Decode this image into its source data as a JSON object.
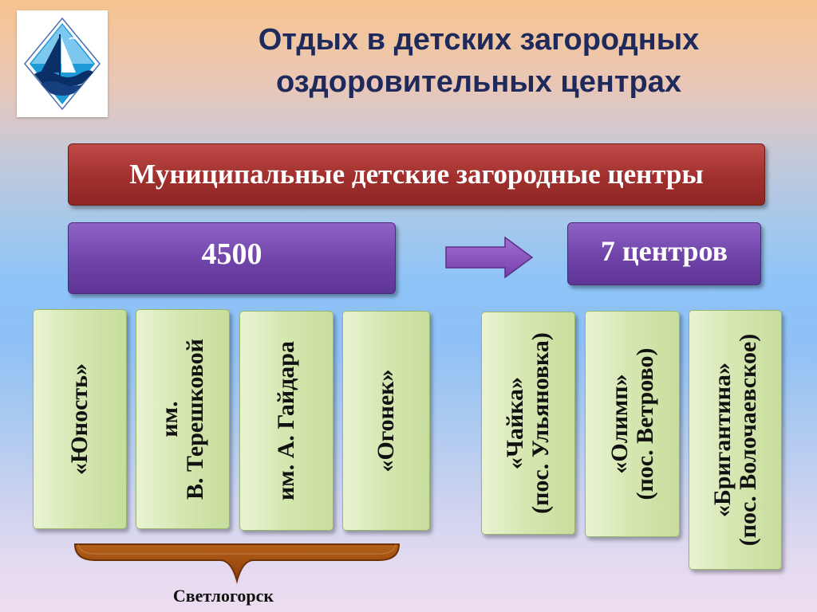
{
  "title": {
    "line1": "Отдых в детских загородных",
    "line2": "оздоровительных центрах"
  },
  "logo": {
    "icon": "sailboat-emblem-icon",
    "colors": [
      "#1e9ad6",
      "#0a2f66",
      "#ffffff"
    ]
  },
  "header": {
    "label": "Муниципальные детские загородные центры",
    "color": "#a0302e"
  },
  "left_count": {
    "value": "4500",
    "color": "#6f43a8"
  },
  "right_count": {
    "value": "7 центров",
    "color": "#6f43a8"
  },
  "arrow": {
    "icon": "right-arrow-icon",
    "color": "#8a4fb8"
  },
  "left_camps": [
    {
      "lines": [
        "«Юность»"
      ]
    },
    {
      "lines": [
        "им.",
        "В. Терешковой"
      ]
    },
    {
      "lines": [
        "им. А. Гайдара"
      ]
    },
    {
      "lines": [
        "«Огонек»"
      ]
    }
  ],
  "right_camps": [
    {
      "lines": [
        "«Чайка»",
        "(пос. Ульяновка)"
      ]
    },
    {
      "lines": [
        "«Олимп»",
        "(пос. Ветрово)"
      ]
    },
    {
      "lines": [
        "«Бригантина»",
        "(пос. Волочаевское)"
      ]
    }
  ],
  "brace": {
    "icon": "curly-brace-icon",
    "color": "#9b4a0c"
  },
  "city": {
    "label": "Светлогорск"
  }
}
